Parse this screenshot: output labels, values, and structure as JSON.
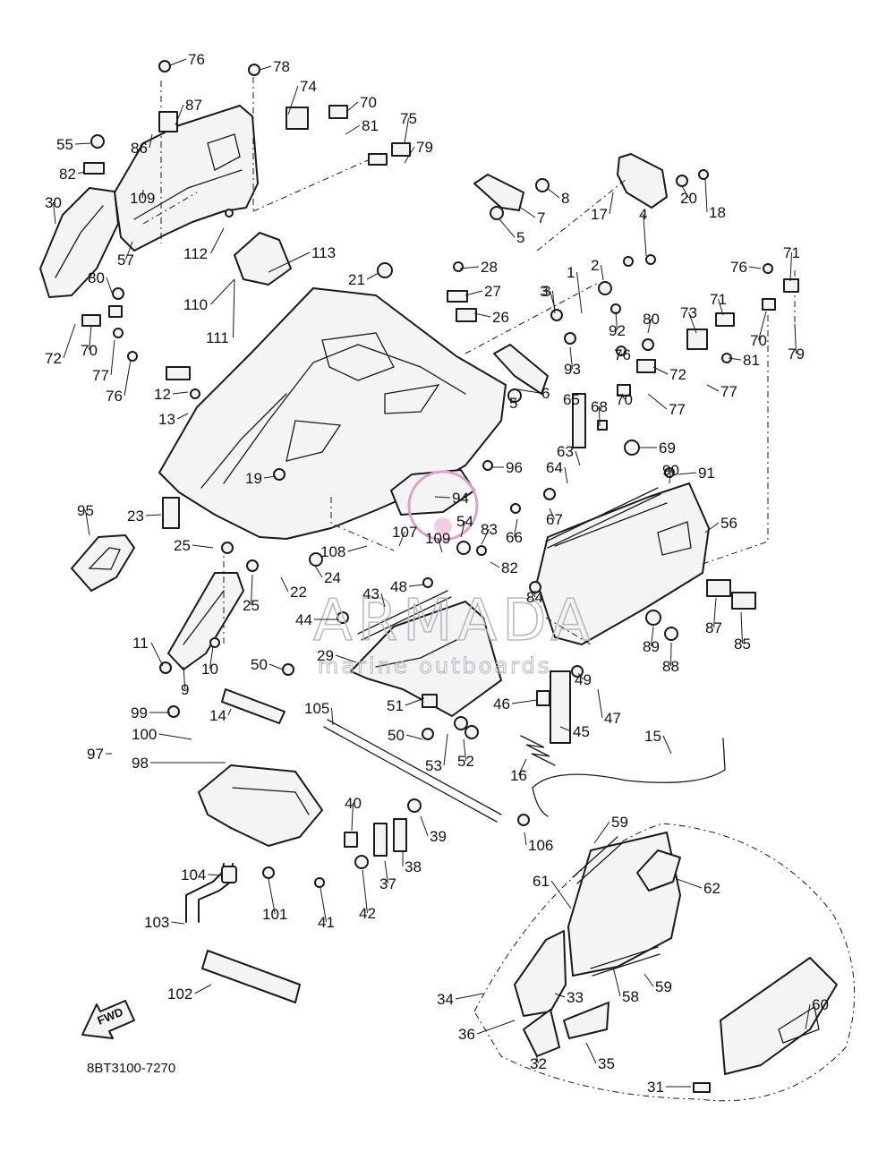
{
  "diagram_code": "8BT3100-7270",
  "fwd_label": "FWD",
  "watermark": {
    "title": "ARMADA",
    "subtitle": "marine outboards"
  },
  "callouts": [
    {
      "label": "76"
    },
    {
      "label": "78"
    },
    {
      "label": "74"
    },
    {
      "label": "70"
    },
    {
      "label": "87"
    },
    {
      "label": "81"
    },
    {
      "label": "75"
    },
    {
      "label": "79"
    },
    {
      "label": "55"
    },
    {
      "label": "86"
    },
    {
      "label": "82"
    },
    {
      "label": "109"
    },
    {
      "label": "30"
    },
    {
      "label": "57"
    },
    {
      "label": "8"
    },
    {
      "label": "7"
    },
    {
      "label": "5"
    },
    {
      "label": "17"
    },
    {
      "label": "20"
    },
    {
      "label": "18"
    },
    {
      "label": "112"
    },
    {
      "label": "113"
    },
    {
      "label": "21"
    },
    {
      "label": "28"
    },
    {
      "label": "27"
    },
    {
      "label": "26"
    },
    {
      "label": "3"
    },
    {
      "label": "4"
    },
    {
      "label": "2"
    },
    {
      "label": "1"
    },
    {
      "label": "76"
    },
    {
      "label": "71"
    },
    {
      "label": "80"
    },
    {
      "label": "110"
    },
    {
      "label": "111"
    },
    {
      "label": "72"
    },
    {
      "label": "70"
    },
    {
      "label": "77"
    },
    {
      "label": "76"
    },
    {
      "label": "3"
    },
    {
      "label": "92"
    },
    {
      "label": "80"
    },
    {
      "label": "73"
    },
    {
      "label": "71"
    },
    {
      "label": "70"
    },
    {
      "label": "79"
    },
    {
      "label": "93"
    },
    {
      "label": "76"
    },
    {
      "label": "72"
    },
    {
      "label": "81"
    },
    {
      "label": "77"
    },
    {
      "label": "12"
    },
    {
      "label": "13"
    },
    {
      "label": "5"
    },
    {
      "label": "6"
    },
    {
      "label": "65"
    },
    {
      "label": "68"
    },
    {
      "label": "70"
    },
    {
      "label": "77"
    },
    {
      "label": "69"
    },
    {
      "label": "63"
    },
    {
      "label": "19"
    },
    {
      "label": "96"
    },
    {
      "label": "64"
    },
    {
      "label": "90"
    },
    {
      "label": "91"
    },
    {
      "label": "94"
    },
    {
      "label": "67"
    },
    {
      "label": "95"
    },
    {
      "label": "23"
    },
    {
      "label": "66"
    },
    {
      "label": "56"
    },
    {
      "label": "54"
    },
    {
      "label": "83"
    },
    {
      "label": "107"
    },
    {
      "label": "109"
    },
    {
      "label": "25"
    },
    {
      "label": "108"
    },
    {
      "label": "82"
    },
    {
      "label": "24"
    },
    {
      "label": "25"
    },
    {
      "label": "22"
    },
    {
      "label": "48"
    },
    {
      "label": "43"
    },
    {
      "label": "84"
    },
    {
      "label": "87"
    },
    {
      "label": "85"
    },
    {
      "label": "44"
    },
    {
      "label": "11"
    },
    {
      "label": "10"
    },
    {
      "label": "29"
    },
    {
      "label": "89"
    },
    {
      "label": "88"
    },
    {
      "label": "50"
    },
    {
      "label": "9"
    },
    {
      "label": "49"
    },
    {
      "label": "47"
    },
    {
      "label": "14"
    },
    {
      "label": "51"
    },
    {
      "label": "46"
    },
    {
      "label": "45"
    },
    {
      "label": "99"
    },
    {
      "label": "105"
    },
    {
      "label": "100"
    },
    {
      "label": "15"
    },
    {
      "label": "97"
    },
    {
      "label": "50"
    },
    {
      "label": "98"
    },
    {
      "label": "53"
    },
    {
      "label": "52"
    },
    {
      "label": "16"
    },
    {
      "label": "40"
    },
    {
      "label": "39"
    },
    {
      "label": "106"
    },
    {
      "label": "59"
    },
    {
      "label": "38"
    },
    {
      "label": "62"
    },
    {
      "label": "37"
    },
    {
      "label": "104"
    },
    {
      "label": "41"
    },
    {
      "label": "42"
    },
    {
      "label": "101"
    },
    {
      "label": "61"
    },
    {
      "label": "103"
    },
    {
      "label": "59"
    },
    {
      "label": "58"
    },
    {
      "label": "102"
    },
    {
      "label": "33"
    },
    {
      "label": "34"
    },
    {
      "label": "60"
    },
    {
      "label": "36"
    },
    {
      "label": "35"
    },
    {
      "label": "32"
    },
    {
      "label": "31"
    }
  ]
}
